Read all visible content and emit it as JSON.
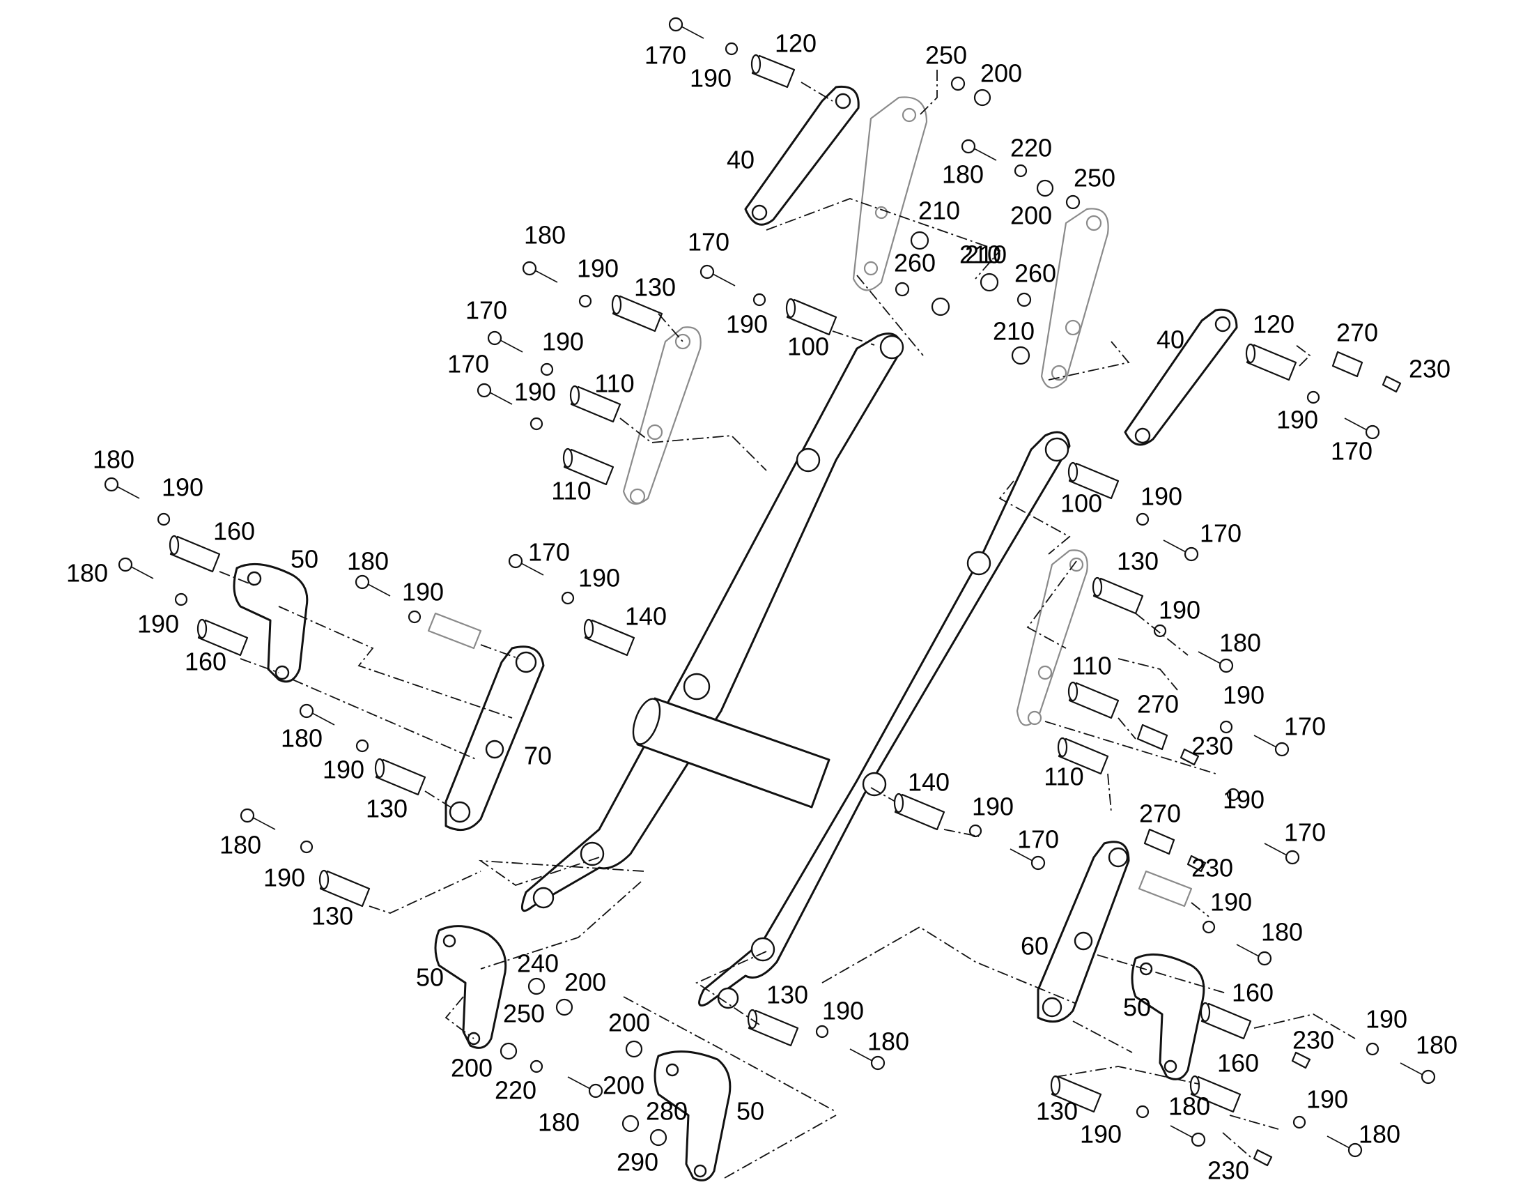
{
  "diagram": {
    "callouts": [
      {
        "id": "c-170-top",
        "text": "170"
      },
      {
        "id": "c-190-top",
        "text": "190"
      },
      {
        "id": "c-120-top",
        "text": "120"
      },
      {
        "id": "c-40-top",
        "text": "40"
      },
      {
        "id": "c-250-top",
        "text": "250"
      },
      {
        "id": "c-200-top",
        "text": "200"
      },
      {
        "id": "c-180-r1",
        "text": "180"
      },
      {
        "id": "c-220-r1",
        "text": "220"
      },
      {
        "id": "c-200-r1",
        "text": "200"
      },
      {
        "id": "c-250-r1",
        "text": "250"
      },
      {
        "id": "c-210-a",
        "text": "210"
      },
      {
        "id": "c-260-a",
        "text": "260"
      },
      {
        "id": "c-210-b",
        "text": "210"
      },
      {
        "id": "c-210-c",
        "text": "210"
      },
      {
        "id": "c-260-b",
        "text": "260"
      },
      {
        "id": "c-210-d",
        "text": "210"
      },
      {
        "id": "c-180-l1",
        "text": "180"
      },
      {
        "id": "c-190-l1",
        "text": "190"
      },
      {
        "id": "c-130-l1",
        "text": "130"
      },
      {
        "id": "c-170-l2",
        "text": "170"
      },
      {
        "id": "c-190-l2",
        "text": "190"
      },
      {
        "id": "c-110-l2",
        "text": "110"
      },
      {
        "id": "c-170-l3",
        "text": "170"
      },
      {
        "id": "c-190-l3",
        "text": "190"
      },
      {
        "id": "c-110-l3",
        "text": "110"
      },
      {
        "id": "c-170-m1",
        "text": "170"
      },
      {
        "id": "c-190-m1",
        "text": "190"
      },
      {
        "id": "c-100-m1",
        "text": "100"
      },
      {
        "id": "c-40-r",
        "text": "40"
      },
      {
        "id": "c-120-r",
        "text": "120"
      },
      {
        "id": "c-270-r",
        "text": "270"
      },
      {
        "id": "c-230-r",
        "text": "230"
      },
      {
        "id": "c-190-r",
        "text": "190"
      },
      {
        "id": "c-170-r",
        "text": "170"
      },
      {
        "id": "c-180-ll1",
        "text": "180"
      },
      {
        "id": "c-190-ll1",
        "text": "190"
      },
      {
        "id": "c-160-ll1",
        "text": "160"
      },
      {
        "id": "c-50-ll1",
        "text": "50"
      },
      {
        "id": "c-180-ll2",
        "text": "180"
      },
      {
        "id": "c-190-ll2",
        "text": "190"
      },
      {
        "id": "c-160-ll2",
        "text": "160"
      },
      {
        "id": "c-180-ml",
        "text": "180"
      },
      {
        "id": "c-190-ml",
        "text": "190"
      },
      {
        "id": "c-170-ml",
        "text": "170"
      },
      {
        "id": "c-190-ml2",
        "text": "190"
      },
      {
        "id": "c-140-ml",
        "text": "140"
      },
      {
        "id": "c-100-r2",
        "text": "100"
      },
      {
        "id": "c-190-r2",
        "text": "190"
      },
      {
        "id": "c-170-r2",
        "text": "170"
      },
      {
        "id": "c-130-r3",
        "text": "130"
      },
      {
        "id": "c-190-r3",
        "text": "190"
      },
      {
        "id": "c-180-r3",
        "text": "180"
      },
      {
        "id": "c-110-r4",
        "text": "110"
      },
      {
        "id": "c-270-r4",
        "text": "270"
      },
      {
        "id": "c-190-r4",
        "text": "190"
      },
      {
        "id": "c-170-r4",
        "text": "170"
      },
      {
        "id": "c-230-r4",
        "text": "230"
      },
      {
        "id": "c-110-r5",
        "text": "110"
      },
      {
        "id": "c-190-r5",
        "text": "190"
      },
      {
        "id": "c-170-r5",
        "text": "170"
      },
      {
        "id": "c-270-r5",
        "text": "270"
      },
      {
        "id": "c-230-r5",
        "text": "230"
      },
      {
        "id": "c-180-l4",
        "text": "180"
      },
      {
        "id": "c-190-l4",
        "text": "190"
      },
      {
        "id": "c-130-l4",
        "text": "130"
      },
      {
        "id": "c-70",
        "text": "70"
      },
      {
        "id": "c-140-c",
        "text": "140"
      },
      {
        "id": "c-190-c",
        "text": "190"
      },
      {
        "id": "c-170-c",
        "text": "170"
      },
      {
        "id": "c-180-l5",
        "text": "180"
      },
      {
        "id": "c-190-l5",
        "text": "190"
      },
      {
        "id": "c-130-l5",
        "text": "130"
      },
      {
        "id": "c-190-r6",
        "text": "190"
      },
      {
        "id": "c-180-r6",
        "text": "180"
      },
      {
        "id": "c-60",
        "text": "60"
      },
      {
        "id": "c-240",
        "text": "240"
      },
      {
        "id": "c-200-b1",
        "text": "200"
      },
      {
        "id": "c-50-b1",
        "text": "50"
      },
      {
        "id": "c-250-b1",
        "text": "250"
      },
      {
        "id": "c-130-b2",
        "text": "130"
      },
      {
        "id": "c-190-b2",
        "text": "190"
      },
      {
        "id": "c-180-b2",
        "text": "180"
      },
      {
        "id": "c-160-r7",
        "text": "160"
      },
      {
        "id": "c-50-r7",
        "text": "50"
      },
      {
        "id": "c-230-r7",
        "text": "230"
      },
      {
        "id": "c-190-r7",
        "text": "190"
      },
      {
        "id": "c-180-r7",
        "text": "180"
      },
      {
        "id": "c-200-b3",
        "text": "200"
      },
      {
        "id": "c-200-b4",
        "text": "200"
      },
      {
        "id": "c-220-b4",
        "text": "220"
      },
      {
        "id": "c-180-b4",
        "text": "180"
      },
      {
        "id": "c-200-b5",
        "text": "200"
      },
      {
        "id": "c-280",
        "text": "280"
      },
      {
        "id": "c-50-b5",
        "text": "50"
      },
      {
        "id": "c-290",
        "text": "290"
      },
      {
        "id": "c-160-r8",
        "text": "160"
      },
      {
        "id": "c-130-r8",
        "text": "130"
      },
      {
        "id": "c-190-r8",
        "text": "190"
      },
      {
        "id": "c-180-r8",
        "text": "180"
      },
      {
        "id": "c-190-r9",
        "text": "190"
      },
      {
        "id": "c-180-r9",
        "text": "180"
      },
      {
        "id": "c-230-r9",
        "text": "230"
      }
    ]
  }
}
